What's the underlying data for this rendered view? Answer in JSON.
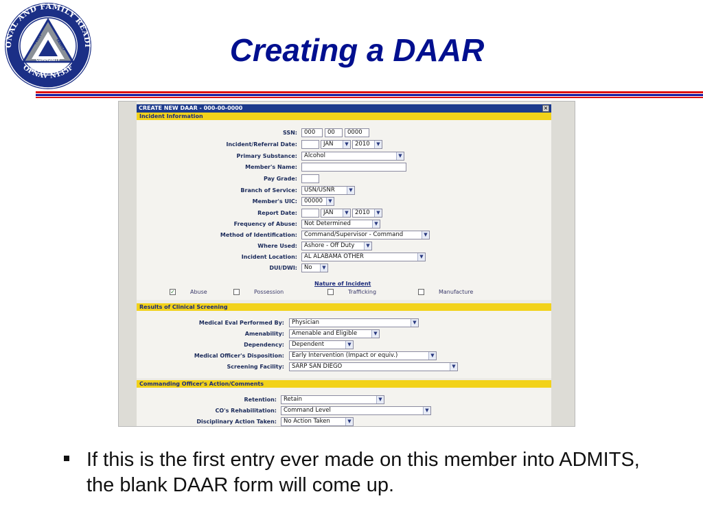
{
  "logo": {
    "ring_text": "PERSONAL AND FAMILY READINESS",
    "bottom_text": "OPNAV N135F",
    "triangle_words": [
      "FLEET",
      "FAMILY",
      "COMMUNITY"
    ]
  },
  "slide": {
    "title": "Creating a DAAR",
    "bullet": "If this is the first entry ever made on this member into ADMITS, the blank DAAR form will come up."
  },
  "window": {
    "title": "CREATE NEW DAAR - 000-00-0000",
    "close_glyph": "×"
  },
  "sections": {
    "incident": "Incident Information",
    "screening": "Results of Clinical Screening",
    "co": "Commanding Officer's Action/Comments"
  },
  "incident": {
    "ssn_label": "SSN:",
    "ssn": [
      "000",
      "00",
      "0000"
    ],
    "incident_date_label": "Incident/Referral Date:",
    "incident_date": {
      "day": "",
      "month": "JAN",
      "year": "2010"
    },
    "primary_substance_label": "Primary Substance:",
    "primary_substance": "Alcohol",
    "members_name_label": "Member's Name:",
    "members_name": "",
    "pay_grade_label": "Pay Grade:",
    "pay_grade": "",
    "branch_label": "Branch of Service:",
    "branch": "USN/USNR",
    "uic_label": "Member's UIC:",
    "uic": "00000",
    "report_date_label": "Report Date:",
    "report_date": {
      "day": "",
      "month": "JAN",
      "year": "2010"
    },
    "frequency_label": "Frequency of Abuse:",
    "frequency": "Not Determined",
    "method_label": "Method of Identification:",
    "method": "Command/Supervisor - Command",
    "where_used_label": "Where Used:",
    "where_used": "Ashore - Off Duty",
    "location_label": "Incident Location:",
    "location": "AL ALABAMA OTHER",
    "dui_label": "DUI/DWI:",
    "dui": "No",
    "nature_title": "Nature of Incident",
    "nature": [
      {
        "label": "Abuse",
        "checked": true
      },
      {
        "label": "Possession",
        "checked": false
      },
      {
        "label": "Trafficking",
        "checked": false
      },
      {
        "label": "Manufacture",
        "checked": false
      }
    ]
  },
  "screening": {
    "eval_label": "Medical Eval Performed By:",
    "eval": "Physician",
    "amenability_label": "Amenability:",
    "amenability": "Amenable and Eligible",
    "dependency_label": "Dependency:",
    "dependency": "Dependent",
    "disposition_label": "Medical Officer's Disposition:",
    "disposition": "Early Intervention (Impact or equiv.)",
    "facility_label": "Screening Facility:",
    "facility": "SARP SAN DIEGO"
  },
  "co": {
    "retention_label": "Retention:",
    "retention": "Retain",
    "rehab_label": "CO's Rehabilitation:",
    "rehab": "Command Level",
    "disciplinary_label": "Disciplinary Action Taken:",
    "disciplinary": "No Action Taken"
  },
  "colors": {
    "title_blue": "#000f8f",
    "rule_red": "#e01010",
    "rule_blue": "#1a1aa0",
    "window_titlebar": "#1c3a8c",
    "section_yellow": "#f2d21a"
  },
  "icons": {
    "dropdown": "chevron-down-icon",
    "close": "close-icon",
    "bullet": "square-bullet-icon"
  }
}
